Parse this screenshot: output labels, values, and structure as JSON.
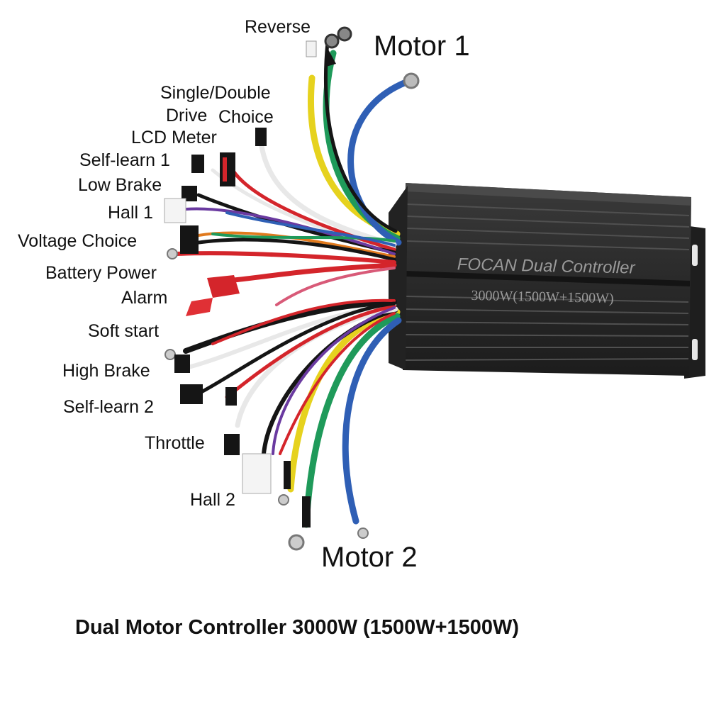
{
  "controller": {
    "brand_line": "FOCAN Dual Controller",
    "power_line": "3000W(1500W+1500W)"
  },
  "labels": {
    "reverse": "Reverse",
    "motor1": "Motor 1",
    "single_double": "Single/Double",
    "drive": "Drive",
    "choice": "Choice",
    "lcd_meter": "LCD Meter",
    "self_learn_1": "Self-learn 1",
    "low_brake": "Low Brake",
    "hall_1": "Hall 1",
    "voltage_choice": "Voltage Choice",
    "battery_power": "Battery Power",
    "alarm": "Alarm",
    "soft_start": "Soft start",
    "high_brake": "High Brake",
    "self_learn_2": "Self-learn 2",
    "throttle": "Throttle",
    "hall_2": "Hall 2",
    "motor2": "Motor 2"
  },
  "caption": "Dual Motor Controller 3000W (1500W+1500W)",
  "colors": {
    "housing": "#2b2b2b",
    "wire_yellow": "#e6d21e",
    "wire_green": "#1f9a5a",
    "wire_blue": "#2f5fb5",
    "wire_red": "#d4252b",
    "wire_black": "#151515",
    "wire_white": "#e8e8e8",
    "wire_orange": "#e07a1e",
    "wire_purple": "#6a3aa0",
    "wire_pink": "#d85a78"
  }
}
